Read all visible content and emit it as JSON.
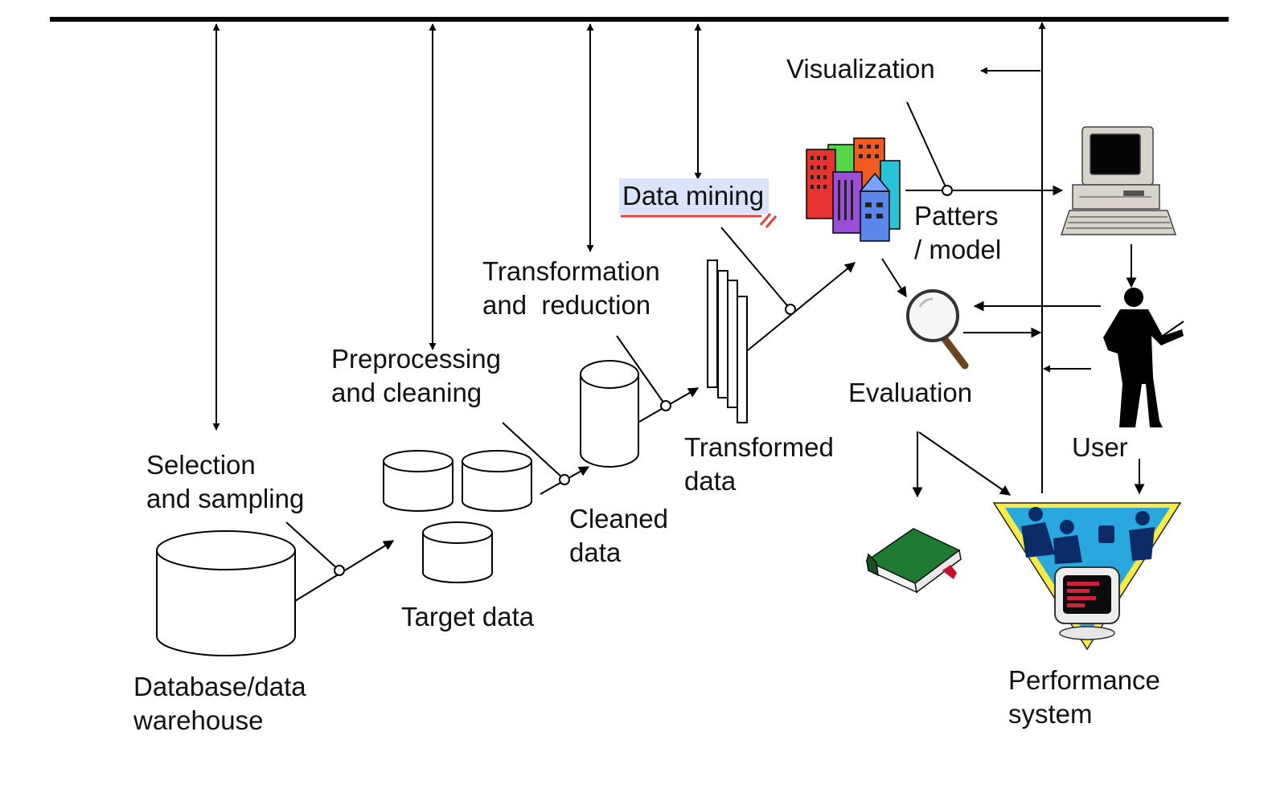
{
  "labels": {
    "selection": [
      "Selection",
      "and sampling"
    ],
    "preprocessing": [
      "Preprocessing",
      "and cleaning"
    ],
    "transformation": [
      "Transformation",
      "and  reduction"
    ],
    "data_mining": "Data mining",
    "visualization": "Visualization",
    "patterns": [
      "Patters",
      "/ model"
    ],
    "evaluation": "Evaluation",
    "database": [
      "Database/data",
      "warehouse"
    ],
    "target_data": "Target data",
    "cleaned_data": [
      "Cleaned",
      "data"
    ],
    "transformed_data": [
      "Transformed",
      "data"
    ],
    "user": "User",
    "performance": [
      "Performance",
      "system"
    ]
  },
  "colors": {
    "ink": "#000000",
    "highlight": "#dbe3fb",
    "underline": "#e8403a",
    "funnel": "#f7ec3f",
    "funnel_blue": "#29a8e0",
    "book": "#1e7a31",
    "bookmark": "#c8102e"
  },
  "icons": [
    "buildings-icon",
    "computer-icon",
    "magnifier-icon",
    "presenter-icon",
    "book-icon",
    "funnel-icon"
  ]
}
